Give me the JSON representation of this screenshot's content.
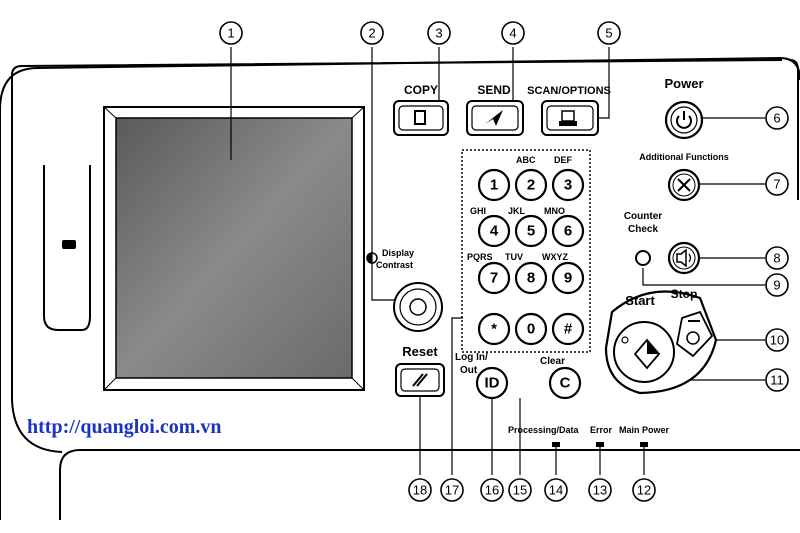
{
  "callouts": [
    "1",
    "2",
    "3",
    "4",
    "5",
    "6",
    "7",
    "8",
    "9",
    "10",
    "11",
    "12",
    "13",
    "14",
    "15",
    "16",
    "17",
    "18"
  ],
  "buttons": {
    "copy": "COPY",
    "send": "SEND",
    "scan_options": "SCAN/OPTIONS",
    "power": "Power",
    "additional_functions": "Additional Functions",
    "counter_check_line1": "Counter",
    "counter_check_line2": "Check",
    "start": "Start",
    "stop": "Stop",
    "reset": "Reset",
    "login_line1": "Log In/",
    "login_line2": "Out",
    "login_key": "ID",
    "clear": "Clear",
    "clear_key": "C",
    "display_contrast_line1": "Display",
    "display_contrast_line2": "Contrast"
  },
  "keypad": {
    "keys": [
      "1",
      "2",
      "3",
      "4",
      "5",
      "6",
      "7",
      "8",
      "9",
      "*",
      "0",
      "#"
    ],
    "letters": [
      "ABC",
      "DEF",
      "GHI",
      "JKL",
      "MNO",
      "PQRS",
      "TUV",
      "WXYZ"
    ]
  },
  "indicators": {
    "processing_data": "Processing/Data",
    "error": "Error",
    "main_power": "Main Power"
  },
  "watermark": "http://quangloi.com.vn"
}
